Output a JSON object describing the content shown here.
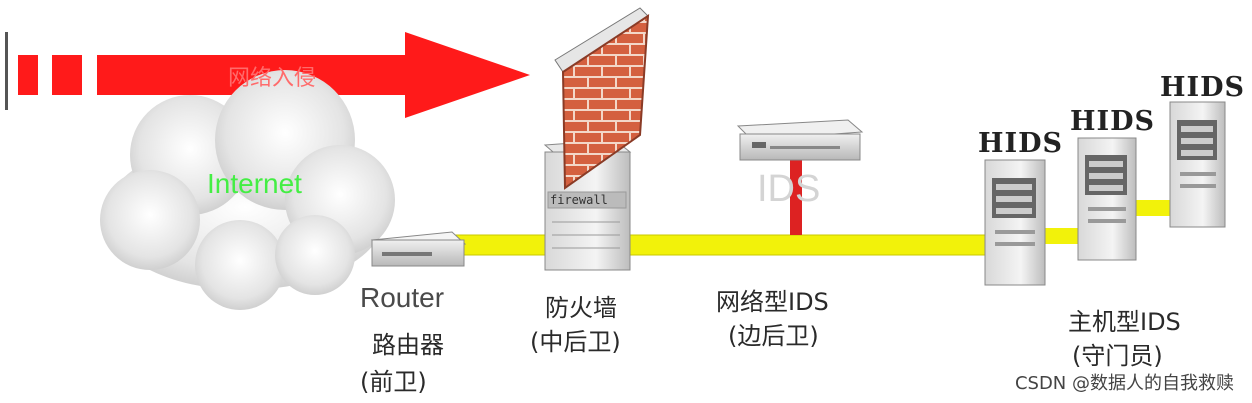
{
  "diagram": {
    "arrow_label": "网络入侵",
    "cloud_label": "Internet",
    "ids_label": "IDS",
    "firewall_panel_text": "firewall",
    "router_label": "Router",
    "router_cn": "路由器",
    "router_role": "(前卫)",
    "firewall_cn": "防火墙",
    "firewall_role": "(中后卫)",
    "nids_cn": "网络型IDS",
    "nids_role": "(边后卫)",
    "hids_cn": "主机型IDS",
    "hids_role": "(守门员)",
    "hids_tags": [
      "HIDS",
      "HIDS",
      "HIDS"
    ]
  },
  "watermark": "CSDN @数据人的自我救赎",
  "colors": {
    "arrow": "#ff1a1a",
    "cable": "#f2f20a",
    "cloud_text": "#44ee44",
    "ids_text": "#d4d4d4",
    "brick": "#c8553d"
  }
}
